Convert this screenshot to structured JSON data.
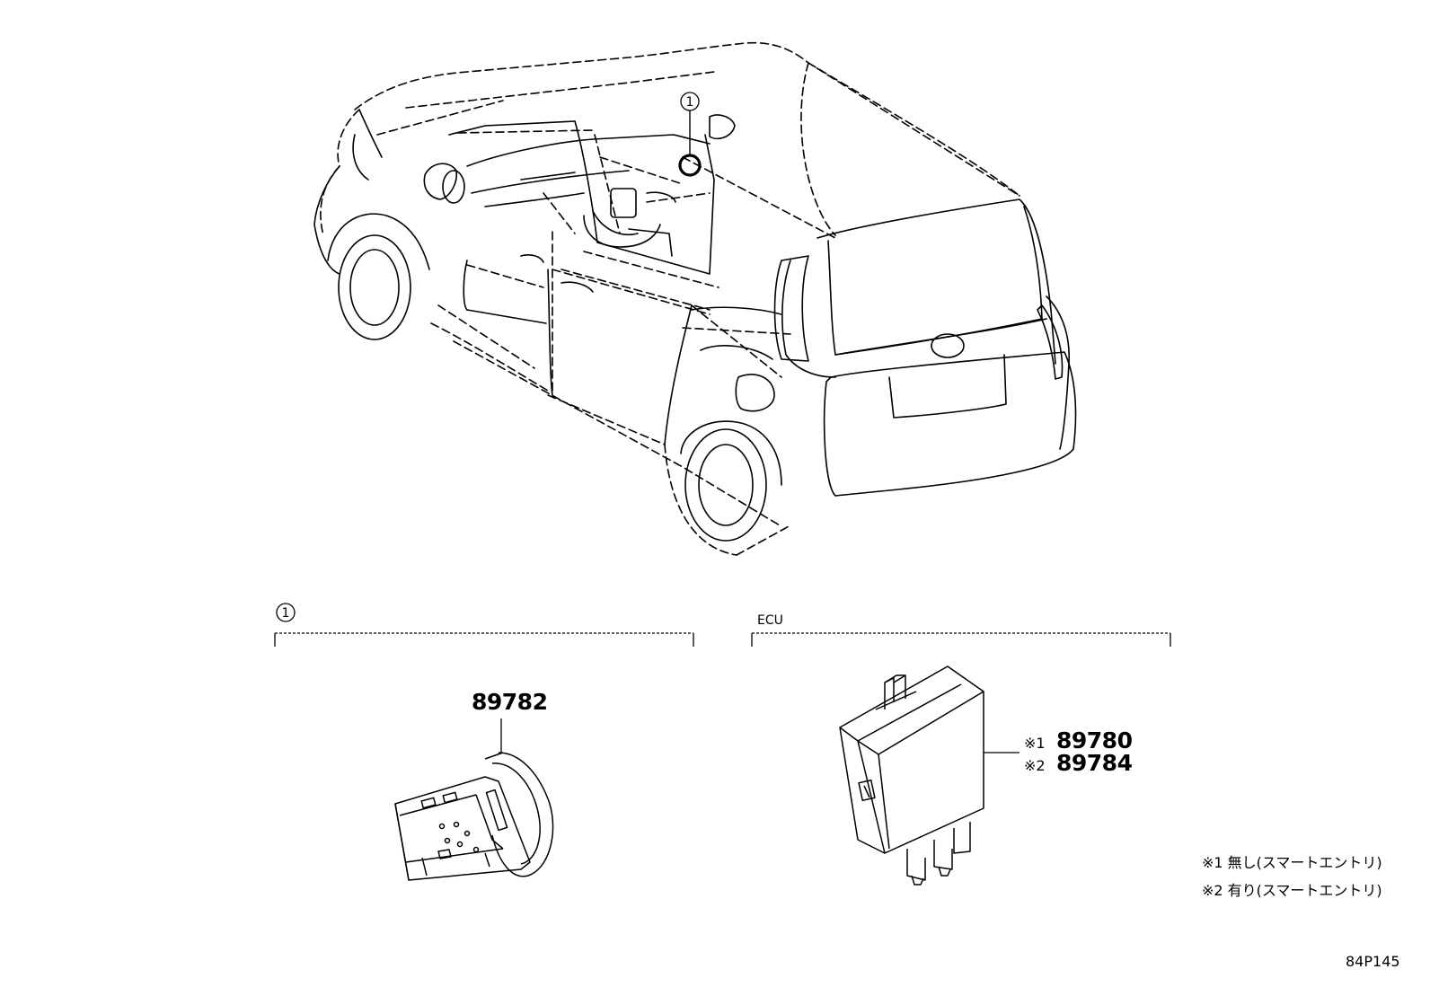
{
  "callout": {
    "number": "1"
  },
  "group1": {
    "label": "1"
  },
  "group2": {
    "label": "ECU"
  },
  "parts": {
    "switch": "89782",
    "ecu_a_mark": "※1",
    "ecu_a": "89780",
    "ecu_b_mark": "※2",
    "ecu_b": "89784"
  },
  "notes": [
    "※1 無し(スマートエントリ)",
    "※2 有り(スマートエントリ)"
  ],
  "diagram_code": "84P145"
}
